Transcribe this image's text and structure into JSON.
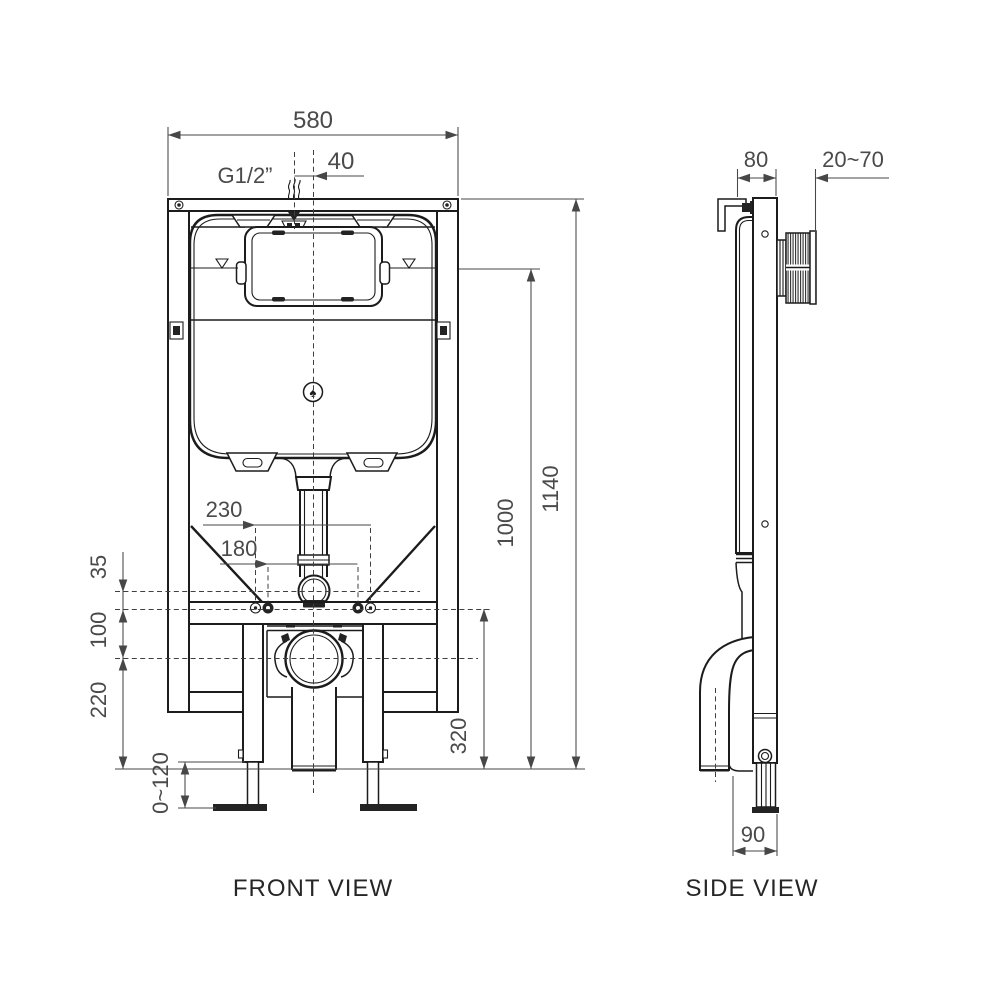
{
  "front_view": {
    "title": "FRONT VIEW",
    "dimensions": {
      "overall_width": "580",
      "supply_offset": "40",
      "supply_thread": "G1/2”",
      "bolt_spacing_outer": "230",
      "bolt_spacing_inner": "180",
      "flush_elbow_offset": "35",
      "outlet_offset": "100",
      "outlet_height": "220",
      "leg_adjust_range": "0~120",
      "fixing_height": "320",
      "tank_height": "1000",
      "frame_height": "1140"
    }
  },
  "side_view": {
    "title": "SIDE VIEW",
    "dimensions": {
      "frame_depth": "80",
      "flush_bend_range": "20~70",
      "outlet_standout": "90"
    }
  },
  "icons": {
    "brand_logo_glyph": "♠"
  },
  "colors": {
    "line": "#1c1c1c",
    "dimension": "#474747",
    "background": "#ffffff"
  }
}
